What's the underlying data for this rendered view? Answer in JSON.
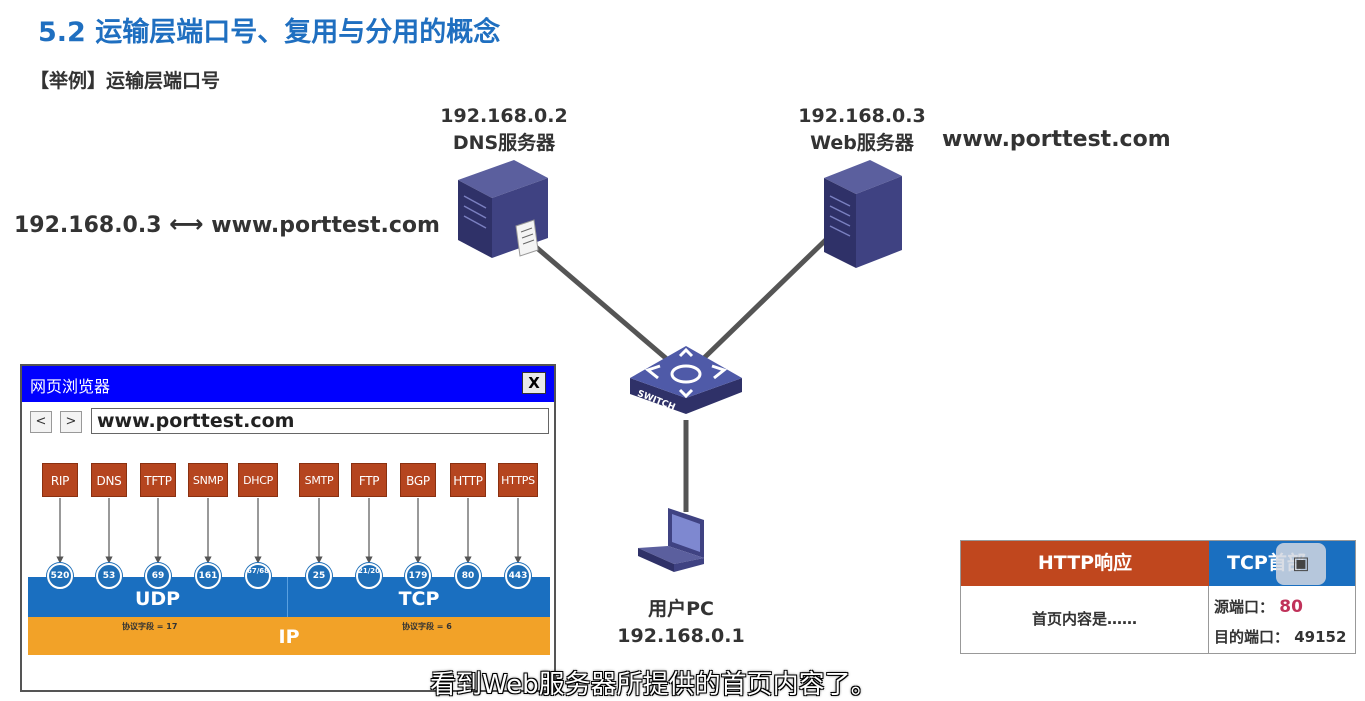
{
  "title": "5.2 运输层端口号、复用与分用的概念",
  "subtitle": "【举例】运输层端口号",
  "dns_mapping": {
    "ip": "192.168.0.3",
    "arrow": "⟷",
    "domain": "www.porttest.com"
  },
  "dns_server": {
    "ip": "192.168.0.2",
    "label": "DNS服务器"
  },
  "web_server": {
    "ip": "192.168.0.3",
    "label": "Web服务器",
    "domain": "www.porttest.com"
  },
  "switch_label": "SWITCH",
  "user_pc": {
    "label": "用户PC",
    "ip": "192.168.0.1"
  },
  "browser": {
    "title": "网页浏览器",
    "close": "X",
    "back": "<",
    "forward": ">",
    "url": "www.porttest.com",
    "protocols": [
      "RIP",
      "DNS",
      "TFTP",
      "SNMP",
      "DHCP",
      "SMTP",
      "FTP",
      "BGP",
      "HTTP",
      "HTTPS"
    ],
    "ports": [
      "520",
      "53",
      "69",
      "161",
      "67/68",
      "25",
      "21/20",
      "179",
      "80",
      "443"
    ],
    "udp": "UDP",
    "tcp": "TCP",
    "ip": "IP",
    "udp_field": "协议字段 = 17",
    "tcp_field": "协议字段 = 6"
  },
  "packet": {
    "http_header": "HTTP响应",
    "tcp_header": "TCP首部",
    "body": "首页内容是……",
    "src_label": "源端口：",
    "src_value": "80",
    "dst_label": "目的端口：",
    "dst_value": "49152"
  },
  "caption": "看到Web服务器所提供的首页内容了。",
  "colors": {
    "title": "#1f6fc0",
    "protocol": "#b5451f",
    "transport": "#1a6fc0",
    "ip": "#f2a228",
    "http": "#c0471e"
  }
}
